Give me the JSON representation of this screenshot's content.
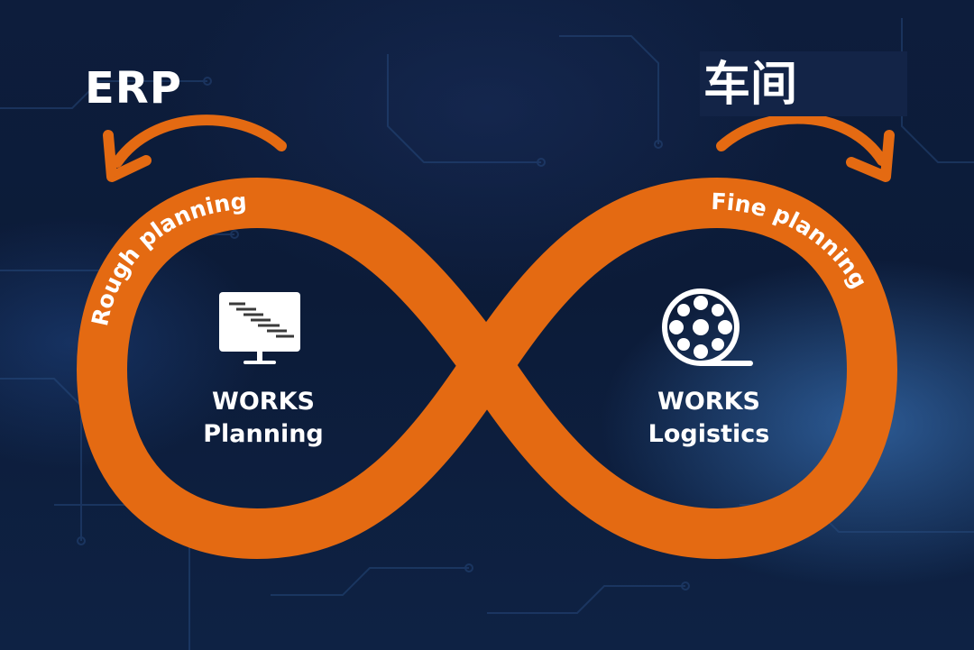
{
  "left_system": "ERP",
  "right_system": "车间",
  "left_arc_label": "Rough planning",
  "right_arc_label": "Fine planning",
  "left_product": {
    "line1": "WORKS",
    "line2": "Planning",
    "icon": "monitor-gantt-icon"
  },
  "right_product": {
    "line1": "WORKS",
    "line2": "Logistics",
    "icon": "film-reel-icon"
  },
  "colors": {
    "accent": "#e46a12",
    "background": "#0c1b38",
    "text": "#ffffff"
  }
}
